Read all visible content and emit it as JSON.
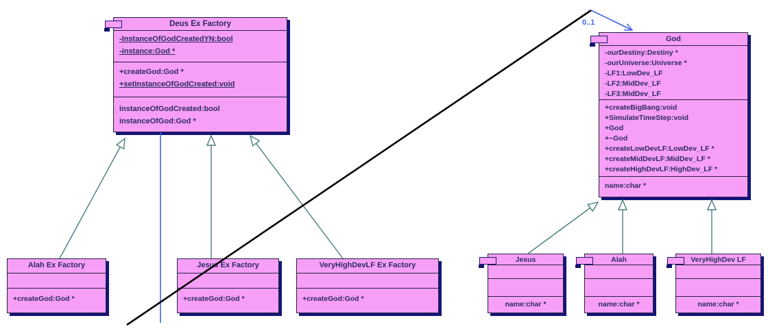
{
  "colors": {
    "box_fill": "#f79ef7",
    "box_shadow": "#15157a",
    "inherit_line": "#4a7d7d",
    "assoc_blue": "#4263e8",
    "line_black": "#000000"
  },
  "left_diagram": {
    "factory": {
      "title": "Deus Ex Factory",
      "attributes": [
        "-InstanceOfGodCreatedYN:bool",
        "-instance:God *"
      ],
      "methods": [
        "+createGod:God *",
        "+setInstanceOfGodCreated:void"
      ],
      "properties": [
        "instanceOfGodCreated:bool",
        "instanceOfGod:God *"
      ]
    },
    "subclasses": [
      {
        "title": "Alah Ex Factory",
        "method": "+createGod:God *"
      },
      {
        "title": "Jesus Ex Factory",
        "method": "+createGod:God *"
      },
      {
        "title": "VeryHighDevLF Ex Factory",
        "method": "+createGod:God *"
      }
    ]
  },
  "right_diagram": {
    "god": {
      "title": "God",
      "attributes": [
        "-ourDestiny:Destiny *",
        "-ourUniverse:Universe *",
        "-LF1:LowDev_LF",
        "-LF2:MidDev_LF",
        "-LF3:MidDev_LF"
      ],
      "methods": [
        "+createBigBang:void",
        "+SimulateTimeStep:void",
        "+God",
        "+~God",
        "+createLowDevLF:LowDev_LF *",
        "+createMidDevLF:MidDev_LF *",
        "+createHighDevLF:HighDev_LF *"
      ],
      "properties": [
        "name:char *"
      ]
    },
    "subclasses": [
      {
        "title": "Jesus",
        "property": "name:char *"
      },
      {
        "title": "Alah",
        "property": "name:char *"
      },
      {
        "title": "VeryHighDev LF",
        "property": "name:char *"
      }
    ]
  },
  "association": {
    "multiplicity": "0..1"
  }
}
